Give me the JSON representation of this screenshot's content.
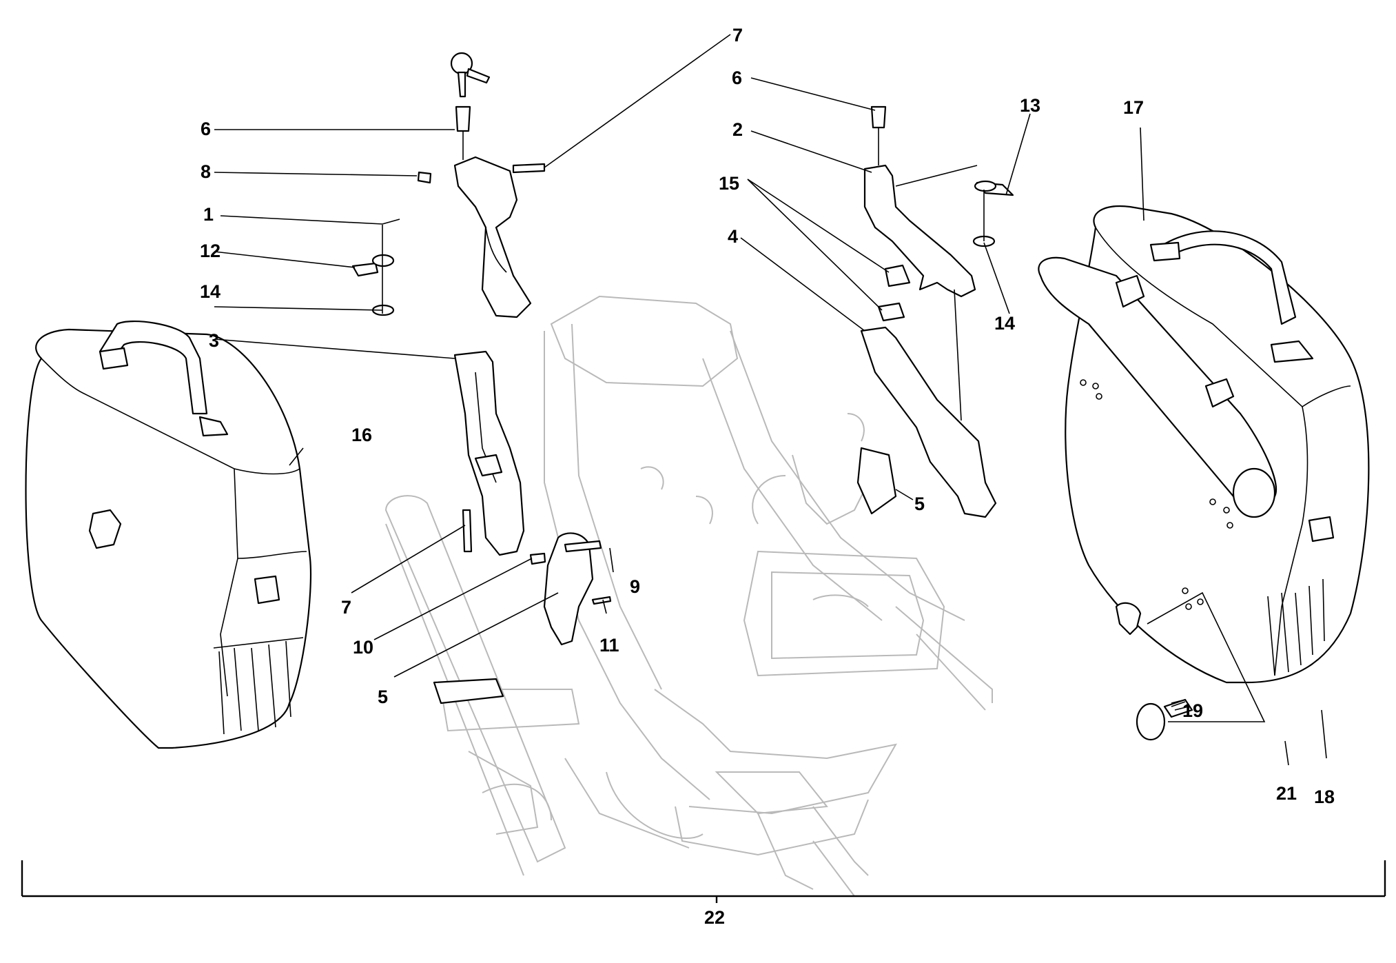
{
  "diagram": {
    "callouts": [
      {
        "id": "c1",
        "label": "1"
      },
      {
        "id": "c2",
        "label": "2"
      },
      {
        "id": "c3",
        "label": "3"
      },
      {
        "id": "c4",
        "label": "4"
      },
      {
        "id": "c5a",
        "label": "5"
      },
      {
        "id": "c5b",
        "label": "5"
      },
      {
        "id": "c6a",
        "label": "6"
      },
      {
        "id": "c6b",
        "label": "6"
      },
      {
        "id": "c7a",
        "label": "7"
      },
      {
        "id": "c7b",
        "label": "7"
      },
      {
        "id": "c8",
        "label": "8"
      },
      {
        "id": "c9",
        "label": "9"
      },
      {
        "id": "c10",
        "label": "10"
      },
      {
        "id": "c11",
        "label": "11"
      },
      {
        "id": "c12",
        "label": "12"
      },
      {
        "id": "c13",
        "label": "13"
      },
      {
        "id": "c14a",
        "label": "14"
      },
      {
        "id": "c14b",
        "label": "14"
      },
      {
        "id": "c15",
        "label": "15"
      },
      {
        "id": "c16",
        "label": "16"
      },
      {
        "id": "c17",
        "label": "17"
      },
      {
        "id": "c18",
        "label": "18"
      },
      {
        "id": "c19",
        "label": "19"
      },
      {
        "id": "c21",
        "label": "21"
      },
      {
        "id": "c22",
        "label": "22"
      }
    ]
  }
}
